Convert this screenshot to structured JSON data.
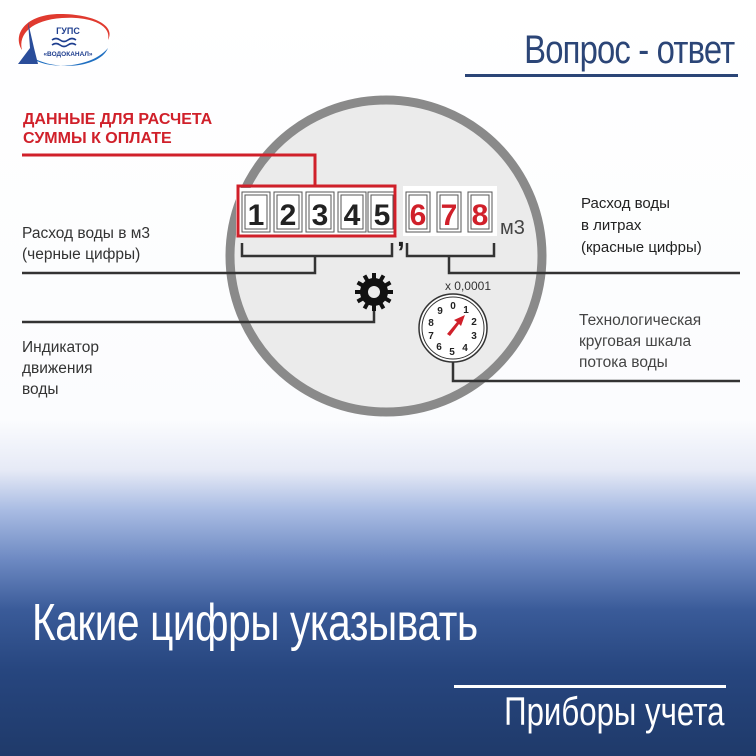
{
  "header": {
    "logo": {
      "line1": "ГУПС",
      "line2": "«ВОДОКАНАЛ»",
      "icon": "vodokanal-logo-icon"
    },
    "title": "Вопрос - ответ"
  },
  "diagram": {
    "callout_title_line1": "ДАННЫЕ ДЛЯ РАСЧЕТА",
    "callout_title_line2": "СУММЫ К ОПЛАТЕ",
    "black_digits": [
      "1",
      "2",
      "3",
      "4",
      "5"
    ],
    "separator": ",",
    "red_digits": [
      "6",
      "7",
      "8"
    ],
    "unit": "м3",
    "left_labels": {
      "cubic_line1": "Расход воды в м3",
      "cubic_line2": "(черные цифры)",
      "indicator_line1": "Индикатор",
      "indicator_line2": "движения",
      "indicator_line3": "воды"
    },
    "right_labels": {
      "liters_line1": "Расход воды",
      "liters_line2": "в литрах",
      "liters_line3": "(красные цифры)",
      "scale_line1": "Технологическая",
      "scale_line2": "круговая шкала",
      "scale_line3": "потока воды"
    },
    "dial": {
      "multiplier": "x 0,0001",
      "ticks": [
        "0",
        "1",
        "2",
        "3",
        "4",
        "5",
        "6",
        "7",
        "8",
        "9"
      ]
    },
    "colors": {
      "red": "#d0202a",
      "ring": "#8a8a8a",
      "face": "#ececec",
      "black": "#222222"
    }
  },
  "footer": {
    "title": "Какие цифры указывать",
    "subtitle": "Приборы учета"
  }
}
